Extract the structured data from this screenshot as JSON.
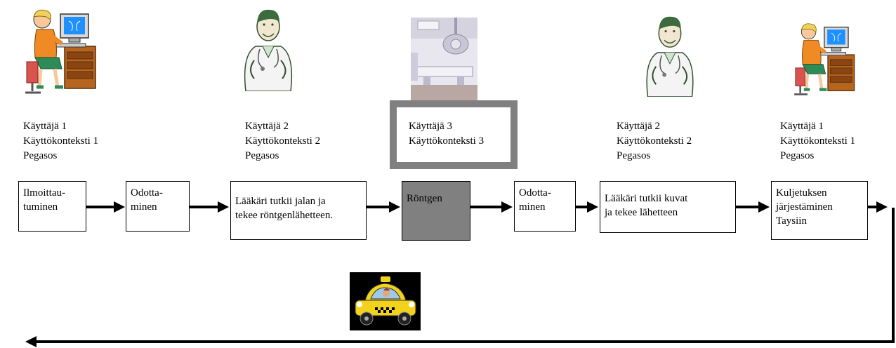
{
  "roles": [
    {
      "line1": "Käyttäjä 1",
      "line2": "Käyttökonteksti 1",
      "line3": "Pegasos"
    },
    {
      "line1": "Käyttäjä 2",
      "line2": "Käyttökonteksti 2",
      "line3": "Pegasos"
    },
    {
      "line1": "Käyttäjä 3",
      "line2": "Käyttökonteksti 3",
      "line3": ""
    },
    {
      "line1": "Käyttäjä 2",
      "line2": "Käyttökonteksti 2",
      "line3": "Pegasos"
    },
    {
      "line1": "Käyttäjä 1",
      "line2": "Käyttökonteksti 1",
      "line3": "Pegasos"
    }
  ],
  "steps": [
    {
      "lines": [
        "Ilmoittau-",
        "tuminen"
      ]
    },
    {
      "lines": [
        "Odotta-",
        "minen"
      ]
    },
    {
      "lines": [
        "Lääkäri tutkii jalan ja",
        "tekee röntgenlähetteen."
      ]
    },
    {
      "lines": [
        "Röntgen"
      ]
    },
    {
      "lines": [
        "Odotta-",
        "minen"
      ]
    },
    {
      "lines": [
        "Lääkäri tutkii kuvat",
        "ja tekee lähetteen"
      ]
    },
    {
      "lines": [
        "Kuljetuksen",
        "järjestäminen",
        "Taysiin"
      ]
    }
  ],
  "colors": {
    "highlight": "#808080",
    "arrow": "#000000",
    "taxi": "#f2d21b",
    "taxi_bg": "#000000"
  },
  "icons": [
    "receptionist-icon",
    "doctor-icon",
    "xray-room-icon",
    "doctor-icon",
    "receptionist-icon",
    "taxi-icon"
  ]
}
